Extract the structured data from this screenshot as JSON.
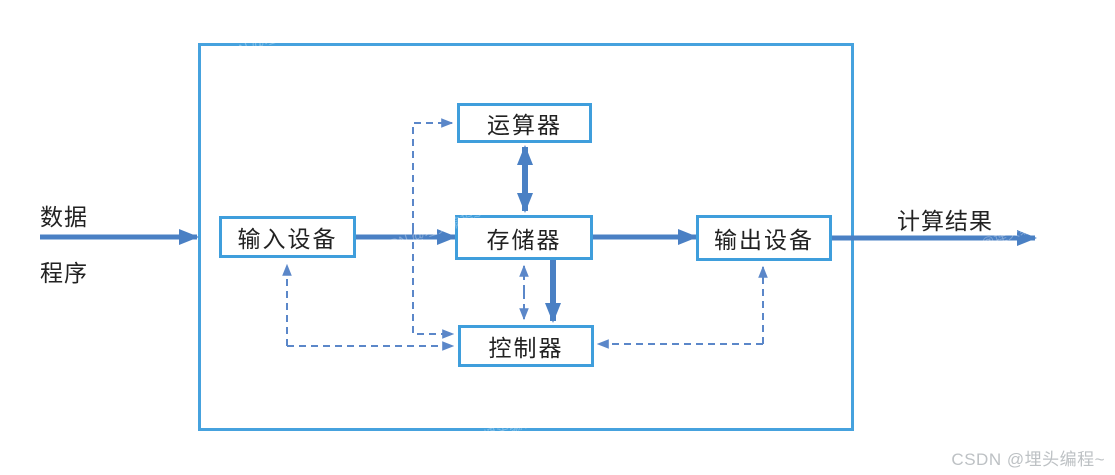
{
  "diagram": {
    "nodes": {
      "input_device": {
        "label": "输入设备"
      },
      "alu": {
        "label": "运算器"
      },
      "memory": {
        "label": "存储器"
      },
      "control_unit": {
        "label": "控制器"
      },
      "output_device": {
        "label": "输出设备"
      }
    },
    "external_labels": {
      "data_input": "数据",
      "program_input": "程序",
      "result_output": "计算结果"
    },
    "colors": {
      "box_border": "#3f9edc",
      "outer_box_border": "#46a2de",
      "solid_arrow": "#4a80c4",
      "dashed_arrow": "#5b87c9",
      "label_text": "#222222",
      "watermark_text": "#bdc1c4"
    }
  },
  "watermark": {
    "text": "CSDN @埋头编程~"
  }
}
